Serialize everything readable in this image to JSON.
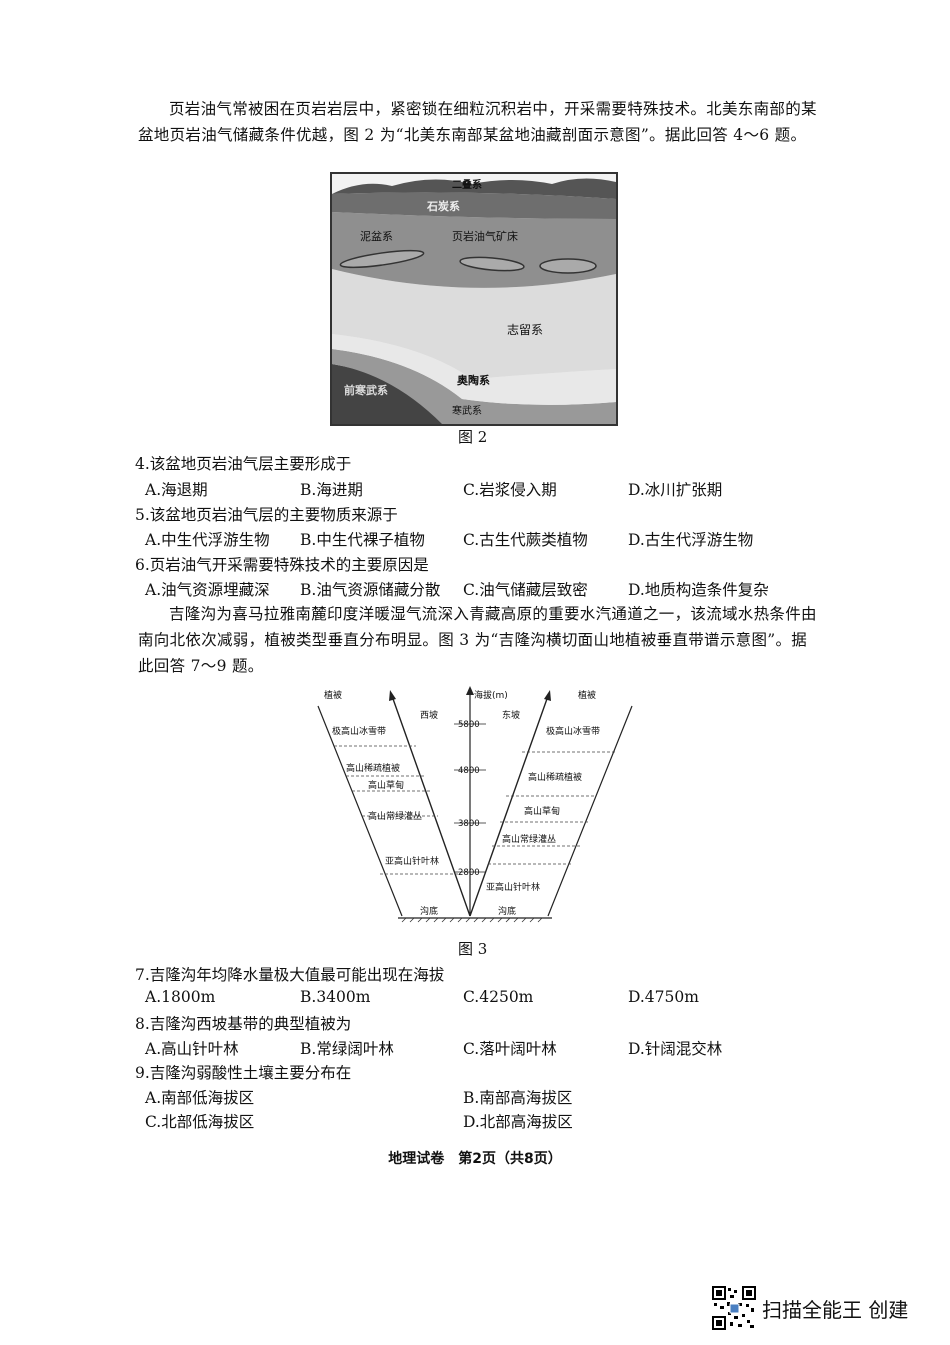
{
  "intro1": {
    "text": "页岩油气常被困在页岩岩层中，紧密锁在细粒沉积岩中，开采需要特殊技术。北美东南部的某盆地页岩油气储藏条件优越，图 2 为“北美东南部某盆地油藏剖面示意图”。据此回答 4～6 题。"
  },
  "figure2": {
    "caption": "图 2",
    "labels": {
      "erdie": "二叠系",
      "shitan": "石炭系",
      "nipen": "泥盆系",
      "kuangchuang": "页岩油气矿床",
      "zhiliu": "志留系",
      "aotao": "奥陶系",
      "hanwu": "寒武系",
      "qianhanwu": "前寒武系"
    }
  },
  "questions_a": [
    {
      "stem": "4.该盆地页岩油气层主要形成于",
      "options": [
        "A.海退期",
        "B.海进期",
        "C.岩浆侵入期",
        "D.冰川扩张期"
      ]
    },
    {
      "stem": "5.该盆地页岩油气层的主要物质来源于",
      "options": [
        "A.中生代浮游生物",
        "B.中生代裸子植物",
        "C.古生代蕨类植物",
        "D.古生代浮游生物"
      ]
    },
    {
      "stem": "6.页岩油气开采需要特殊技术的主要原因是",
      "options": [
        "A.油气资源埋藏深",
        "B.油气资源储藏分散",
        "C.油气储藏层致密",
        "D.地质构造条件复杂"
      ]
    }
  ],
  "intro2": {
    "text": "吉隆沟为喜马拉雅南麓印度洋暖湿气流深入青藏高原的重要水汽通道之一，该流域水热条件由南向北依次减弱，植被类型垂直分布明显。图 3 为“吉隆沟横切面山地植被垂直带谱示意图”。据此回答 7～9 题。"
  },
  "figure3": {
    "caption": "图 3",
    "left_title": "植被",
    "right_title": "植被",
    "axis_title": "海拔(m)",
    "west": "西坡",
    "east": "东坡",
    "ticks": [
      "5800",
      "4800",
      "3800",
      "2800"
    ],
    "west_zones": [
      "极高山冰雪带",
      "高山稀疏植被",
      "高山草甸",
      "高山常绿灌丛",
      "亚高山针叶林"
    ],
    "east_zones": [
      "极高山冰雪带",
      "高山稀疏植被",
      "高山草甸",
      "高山常绿灌丛",
      "亚高山针叶林"
    ],
    "bottom_left": "沟底",
    "bottom_right": "沟底"
  },
  "questions_b": [
    {
      "stem": "7.吉隆沟年均降水量极大值最可能出现在海拔",
      "options": [
        "A.1800m",
        "B.3400m",
        "C.4250m",
        "D.4750m"
      ]
    },
    {
      "stem": "8.吉隆沟西坡基带的典型植被为",
      "options": [
        "A.高山针叶林",
        "B.常绿阔叶林",
        "C.落叶阔叶林",
        "D.针阔混交林"
      ]
    },
    {
      "stem": "9.吉隆沟弱酸性土壤主要分布在",
      "options": [
        "A.南部低海拔区",
        "B.南部高海拔区",
        "C.北部低海拔区",
        "D.北部高海拔区"
      ]
    }
  ],
  "footer": "地理试卷　第2页（共8页）",
  "scanner": "扫描全能王 创建"
}
